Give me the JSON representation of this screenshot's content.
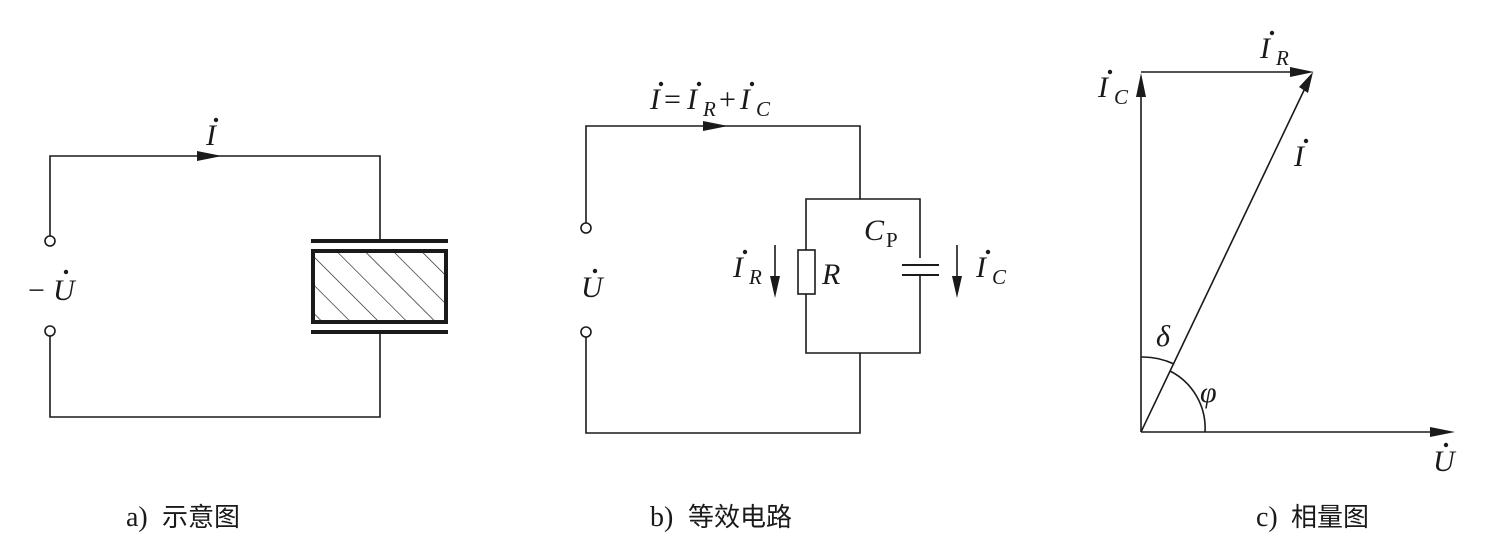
{
  "panel_a": {
    "current": "I",
    "voltage": "U",
    "voltage_sign": "−",
    "caption_letter": "a)",
    "caption_text": "示意图"
  },
  "panel_b": {
    "equation": {
      "I": "I",
      "eq": "=",
      "IR": "I",
      "IR_sub": "R",
      "plus": "+",
      "IC": "I",
      "IC_sub": "C"
    },
    "voltage": "U",
    "branch_current_R": {
      "base": "I",
      "sub": "R"
    },
    "resistor": "R",
    "capacitor": {
      "base": "C",
      "sub": "P"
    },
    "branch_current_C": {
      "base": "I",
      "sub": "C"
    },
    "caption_letter": "b)",
    "caption_text": "等效电路"
  },
  "panel_c": {
    "IC": {
      "base": "I",
      "sub": "C"
    },
    "IR": {
      "base": "I",
      "sub": "R"
    },
    "I": "I",
    "U": "U",
    "delta": "δ",
    "phi": "φ",
    "caption_letter": "c)",
    "caption_text": "相量图"
  }
}
